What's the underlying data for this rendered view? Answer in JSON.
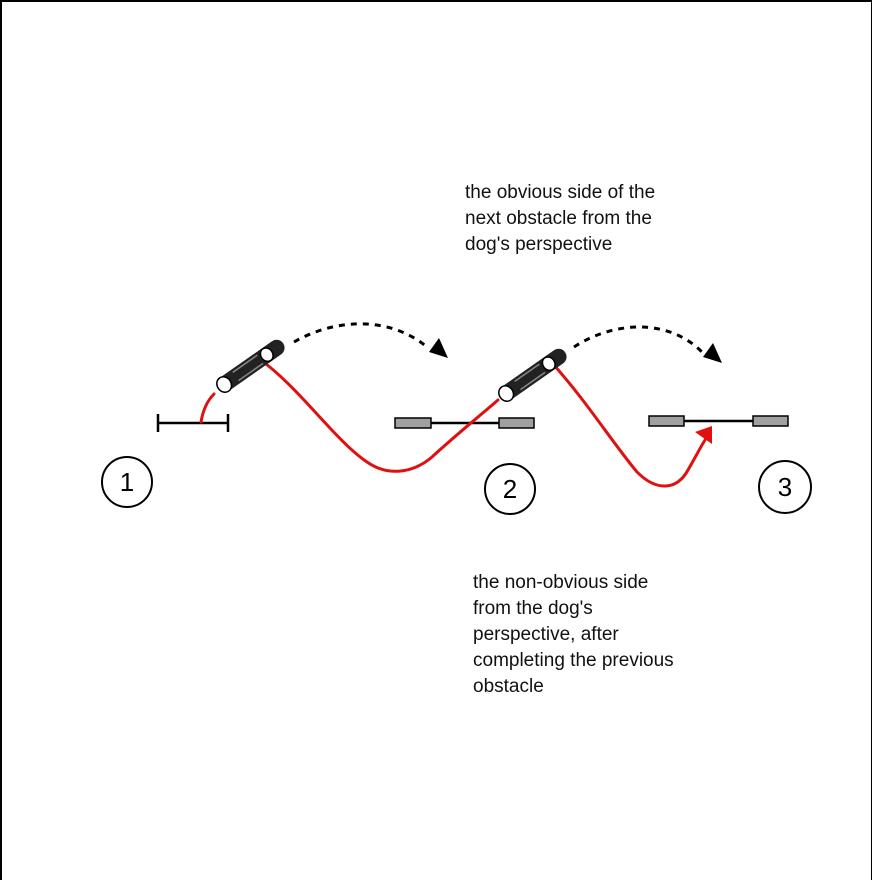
{
  "annotations": {
    "top_lines": [
      "the obvious side of the",
      "next obstacle from the",
      "dog's perspective"
    ],
    "bottom_lines": [
      "the non-obvious side",
      "from the dog's",
      "perspective, after",
      "completing the previous",
      "obstacle"
    ]
  },
  "obstacles": [
    {
      "number": "1",
      "kind": "bar jump"
    },
    {
      "number": "2",
      "kind": "winged jump"
    },
    {
      "number": "3",
      "kind": "winged jump"
    }
  ],
  "colors": {
    "dog_path": "#e01010",
    "handler_arrow": "#000000",
    "wing": "#a0a0a0"
  }
}
